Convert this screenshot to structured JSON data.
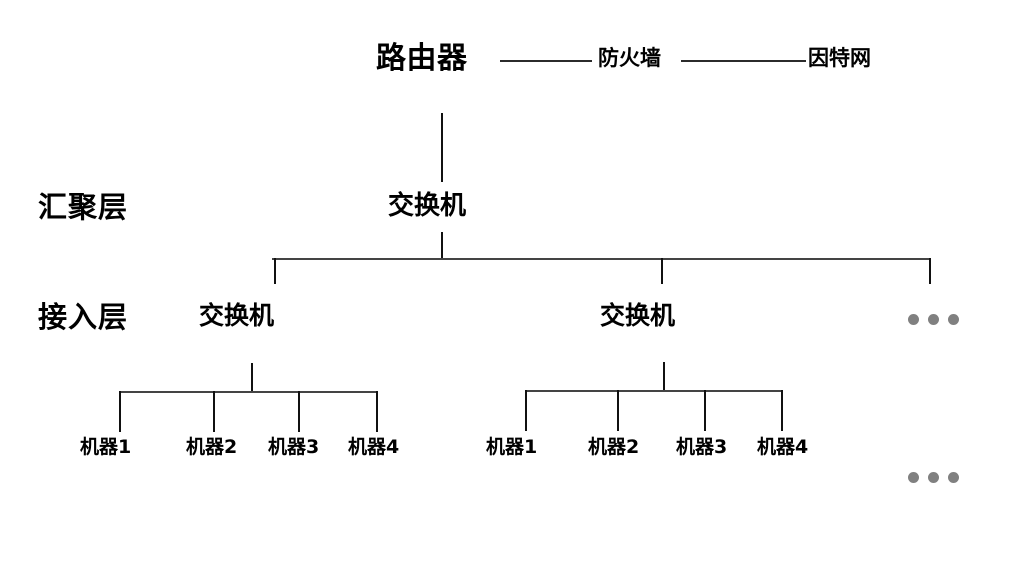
{
  "diagram": {
    "title_nodes": {
      "router": "路由器",
      "firewall": "防火墙",
      "internet": "因特网"
    },
    "layers": [
      {
        "label": "汇聚层"
      },
      {
        "label": "接入层"
      }
    ],
    "aggregation": {
      "switch": "交换机"
    },
    "access": {
      "switch_left": "交换机",
      "switch_right": "交换机",
      "more_indicator": "•••"
    },
    "machines_left": [
      "机器1",
      "机器2",
      "机器3",
      "机器4"
    ],
    "machines_right": [
      "机器1",
      "机器2",
      "机器3",
      "机器4"
    ],
    "colors": {
      "line": "#2b2b2b",
      "bus": "#444444",
      "dots": "#808080",
      "text": "#000000",
      "background": "#ffffff"
    }
  }
}
